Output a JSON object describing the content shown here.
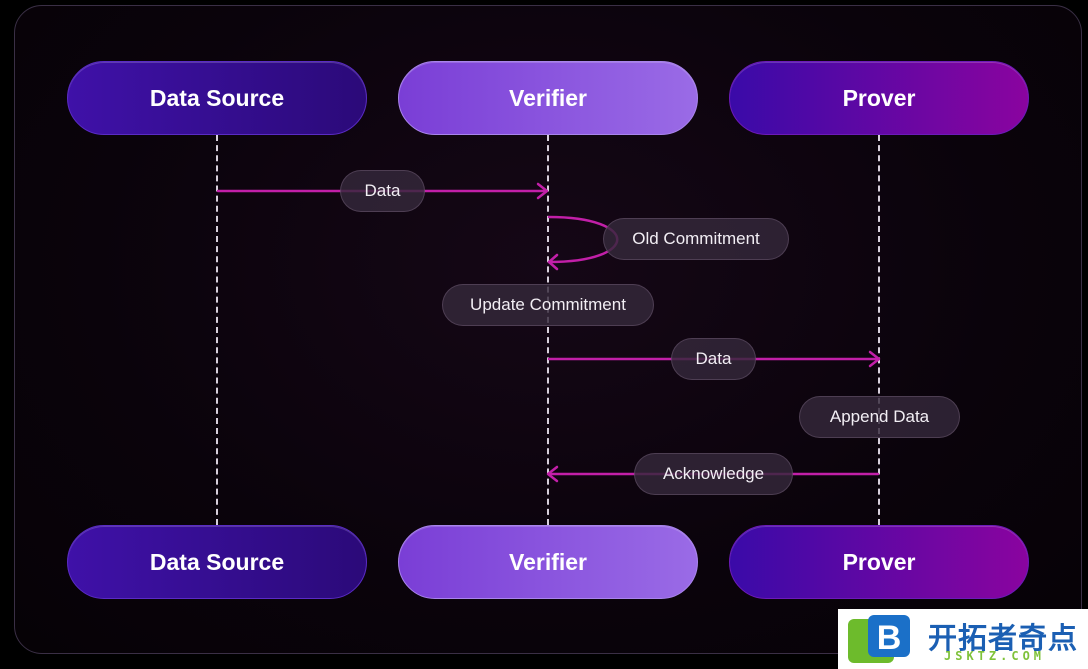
{
  "colors": {
    "arrow": "#c21fa8",
    "lifeline": "#d8d0dc",
    "source_fill": "#3f11a8",
    "verifier_fill": "#8a55e0",
    "prover_fill": "#8a049f"
  },
  "actors_top": [
    {
      "label": "Data Source"
    },
    {
      "label": "Verifier"
    },
    {
      "label": "Prover"
    }
  ],
  "actors_bottom": [
    {
      "label": "Data Source"
    },
    {
      "label": "Verifier"
    },
    {
      "label": "Prover"
    }
  ],
  "messages": [
    {
      "label": "Data",
      "from": "Data Source",
      "to": "Verifier"
    },
    {
      "label": "Old Commitment",
      "from": "Verifier",
      "to": "Verifier"
    },
    {
      "label": "Update Commitment",
      "from": "Verifier",
      "to": "Verifier"
    },
    {
      "label": "Data",
      "from": "Verifier",
      "to": "Prover"
    },
    {
      "label": "Append Data",
      "from": "Prover",
      "to": "Prover"
    },
    {
      "label": "Acknowledge",
      "from": "Prover",
      "to": "Verifier"
    }
  ],
  "watermark": {
    "icon": "letter-b-logo-icon",
    "cn_text": "开拓者奇点",
    "en_text": "JSKTZ.COM"
  }
}
